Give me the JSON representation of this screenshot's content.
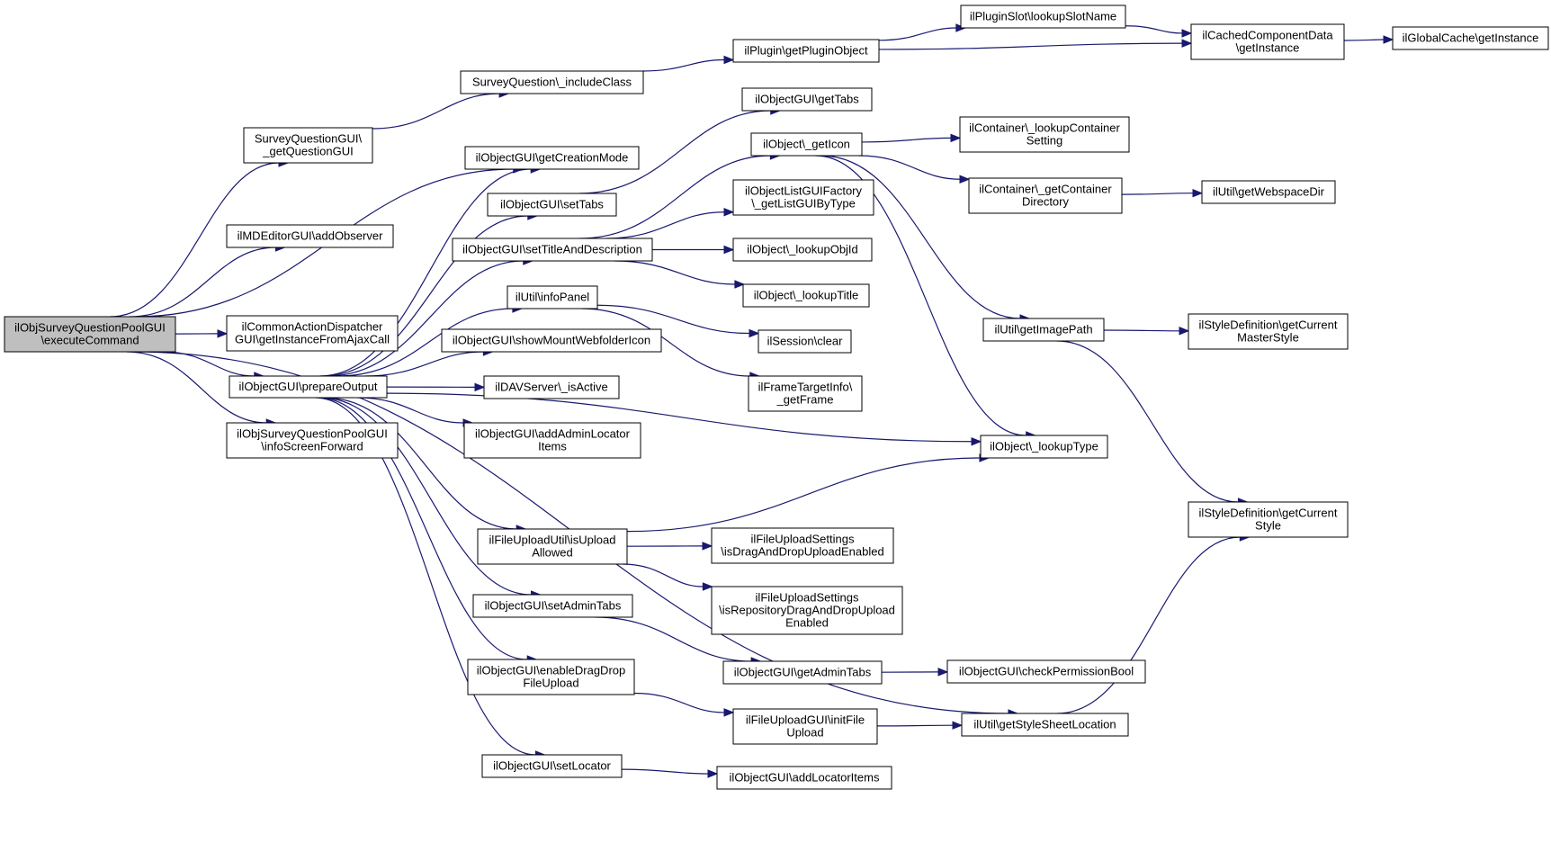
{
  "nodes": [
    {
      "id": "n0",
      "lines": [
        "ilObjSurveyQuestionPoolGUI",
        "\\executeCommand"
      ],
      "root": true
    },
    {
      "id": "n1",
      "lines": [
        "SurveyQuestionGUI\\",
        "_getQuestionGUI"
      ]
    },
    {
      "id": "n2",
      "lines": [
        "ilMDEditorGUI\\addObserver"
      ]
    },
    {
      "id": "n3",
      "lines": [
        "ilCommonActionDispatcher",
        "GUI\\getInstanceFromAjaxCall"
      ]
    },
    {
      "id": "n4",
      "lines": [
        "ilObjectGUI\\prepareOutput"
      ]
    },
    {
      "id": "n5",
      "lines": [
        "ilObjSurveyQuestionPoolGUI",
        "\\infoScreenForward"
      ]
    },
    {
      "id": "n6",
      "lines": [
        "SurveyQuestion\\_includeClass"
      ]
    },
    {
      "id": "n7",
      "lines": [
        "ilPlugin\\getPluginObject"
      ]
    },
    {
      "id": "n8",
      "lines": [
        "ilPluginSlot\\lookupSlotName"
      ]
    },
    {
      "id": "n9",
      "lines": [
        "ilCachedComponentData",
        "\\getInstance"
      ]
    },
    {
      "id": "n10",
      "lines": [
        "ilGlobalCache\\getInstance"
      ]
    },
    {
      "id": "n11",
      "lines": [
        "ilObjectGUI\\getCreationMode"
      ]
    },
    {
      "id": "n12",
      "lines": [
        "ilObjectGUI\\setTabs"
      ]
    },
    {
      "id": "n13",
      "lines": [
        "ilObjectGUI\\getTabs"
      ]
    },
    {
      "id": "n14",
      "lines": [
        "ilObjectGUI\\setTitleAndDescription"
      ]
    },
    {
      "id": "n15",
      "lines": [
        "ilObject\\_getIcon"
      ]
    },
    {
      "id": "n16",
      "lines": [
        "ilContainer\\_lookupContainer",
        "Setting"
      ]
    },
    {
      "id": "n17",
      "lines": [
        "ilContainer\\_getContainer",
        "Directory"
      ]
    },
    {
      "id": "n18",
      "lines": [
        "ilUtil\\getWebspaceDir"
      ]
    },
    {
      "id": "n19",
      "lines": [
        "ilUtil\\getImagePath"
      ]
    },
    {
      "id": "n20",
      "lines": [
        "ilStyleDefinition\\getCurrent",
        "MasterStyle"
      ]
    },
    {
      "id": "n21",
      "lines": [
        "ilStyleDefinition\\getCurrent",
        "Style"
      ]
    },
    {
      "id": "n22",
      "lines": [
        "ilObject\\_lookupType"
      ]
    },
    {
      "id": "n23",
      "lines": [
        "ilObjectListGUIFactory",
        "\\_getListGUIByType"
      ]
    },
    {
      "id": "n24",
      "lines": [
        "ilObject\\_lookupObjId"
      ]
    },
    {
      "id": "n25",
      "lines": [
        "ilObject\\_lookupTitle"
      ]
    },
    {
      "id": "n26",
      "lines": [
        "ilUtil\\infoPanel"
      ]
    },
    {
      "id": "n27",
      "lines": [
        "ilSession\\clear"
      ]
    },
    {
      "id": "n28",
      "lines": [
        "ilFrameTargetInfo\\",
        "_getFrame"
      ]
    },
    {
      "id": "n29",
      "lines": [
        "ilObjectGUI\\showMountWebfolderIcon"
      ]
    },
    {
      "id": "n30",
      "lines": [
        "ilDAVServer\\_isActive"
      ]
    },
    {
      "id": "n31",
      "lines": [
        "ilObjectGUI\\addAdminLocator",
        "Items"
      ]
    },
    {
      "id": "n32",
      "lines": [
        "ilFileUploadUtil\\isUpload",
        "Allowed"
      ]
    },
    {
      "id": "n33",
      "lines": [
        "ilFileUploadSettings",
        "\\isDragAndDropUploadEnabled"
      ]
    },
    {
      "id": "n34",
      "lines": [
        "ilFileUploadSettings",
        "\\isRepositoryDragAndDropUpload",
        "Enabled"
      ]
    },
    {
      "id": "n35",
      "lines": [
        "ilObjectGUI\\setAdminTabs"
      ]
    },
    {
      "id": "n36",
      "lines": [
        "ilObjectGUI\\getAdminTabs"
      ]
    },
    {
      "id": "n37",
      "lines": [
        "ilObjectGUI\\checkPermissionBool"
      ]
    },
    {
      "id": "n38",
      "lines": [
        "ilObjectGUI\\enableDragDrop",
        "FileUpload"
      ]
    },
    {
      "id": "n39",
      "lines": [
        "ilFileUploadGUI\\initFile",
        "Upload"
      ]
    },
    {
      "id": "n40",
      "lines": [
        "ilUtil\\getStyleSheetLocation"
      ]
    },
    {
      "id": "n41",
      "lines": [
        "ilObjectGUI\\setLocator"
      ]
    },
    {
      "id": "n42",
      "lines": [
        "ilObjectGUI\\addLocatorItems"
      ]
    }
  ],
  "edges": [
    [
      "n0",
      "n1"
    ],
    [
      "n0",
      "n2"
    ],
    [
      "n0",
      "n3"
    ],
    [
      "n0",
      "n4"
    ],
    [
      "n0",
      "n5"
    ],
    [
      "n0",
      "n11"
    ],
    [
      "n0",
      "n40"
    ],
    [
      "n1",
      "n6"
    ],
    [
      "n6",
      "n7"
    ],
    [
      "n7",
      "n8"
    ],
    [
      "n7",
      "n9"
    ],
    [
      "n8",
      "n9"
    ],
    [
      "n9",
      "n10"
    ],
    [
      "n4",
      "n11"
    ],
    [
      "n4",
      "n12"
    ],
    [
      "n4",
      "n14"
    ],
    [
      "n4",
      "n26"
    ],
    [
      "n4",
      "n29"
    ],
    [
      "n4",
      "n30"
    ],
    [
      "n4",
      "n31"
    ],
    [
      "n4",
      "n22"
    ],
    [
      "n4",
      "n32"
    ],
    [
      "n4",
      "n35"
    ],
    [
      "n4",
      "n38"
    ],
    [
      "n4",
      "n41"
    ],
    [
      "n12",
      "n13"
    ],
    [
      "n14",
      "n15"
    ],
    [
      "n14",
      "n23"
    ],
    [
      "n14",
      "n24"
    ],
    [
      "n14",
      "n25"
    ],
    [
      "n15",
      "n16"
    ],
    [
      "n15",
      "n17"
    ],
    [
      "n15",
      "n19"
    ],
    [
      "n15",
      "n22"
    ],
    [
      "n17",
      "n18"
    ],
    [
      "n19",
      "n20"
    ],
    [
      "n19",
      "n21"
    ],
    [
      "n26",
      "n27"
    ],
    [
      "n26",
      "n28"
    ],
    [
      "n32",
      "n22"
    ],
    [
      "n32",
      "n33"
    ],
    [
      "n32",
      "n34"
    ],
    [
      "n35",
      "n36"
    ],
    [
      "n36",
      "n37"
    ],
    [
      "n38",
      "n39"
    ],
    [
      "n39",
      "n40"
    ],
    [
      "n40",
      "n21"
    ],
    [
      "n41",
      "n42"
    ]
  ]
}
